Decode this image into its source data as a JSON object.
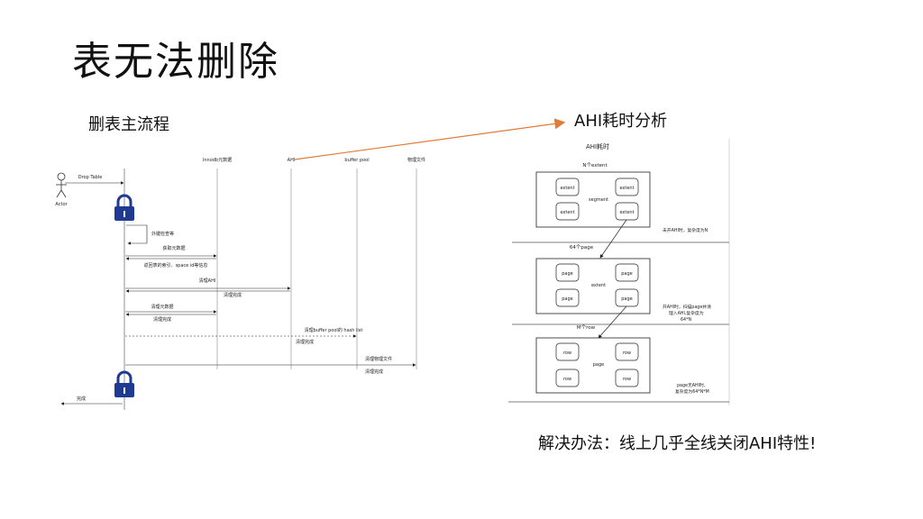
{
  "slide": {
    "title": "表无法删除",
    "left_heading": "删表主流程",
    "right_heading": "AHI耗时分析",
    "solution": "解决办法：线上几乎全线关闭AHI特性!"
  },
  "sequence": {
    "actor": "Actor",
    "participants": [
      "Innodb元数据",
      "AHI",
      "buffer pool",
      "物理文件"
    ],
    "messages": [
      {
        "text": "Drop Table"
      },
      {
        "text": "外键检查等"
      },
      {
        "text": "获取元数据"
      },
      {
        "text": "返回表的索引、space id等信息"
      },
      {
        "text": "清理AHI"
      },
      {
        "text": "清理完成"
      },
      {
        "text": "清理元数据"
      },
      {
        "text": "清理完成"
      },
      {
        "text": "清理buffer pool的 hash list"
      },
      {
        "text": "清理完成"
      },
      {
        "text": "清理物理文件"
      },
      {
        "text": "清理完成"
      },
      {
        "text": "完成"
      }
    ]
  },
  "ahi": {
    "title": "AHI耗时",
    "level1_caption": "N个extent",
    "segment_label": "segment",
    "extent_label": "extent",
    "level2_caption": "64个page",
    "page_label": "page",
    "level3_caption": "M个row",
    "row_label": "row",
    "note1": "未开AHI时，复杂度为N",
    "note2_l1": "开AHI时，扫描page并清",
    "note2_l2": "理入AHI,复杂度为",
    "note2_l3": "64*N",
    "note3_l1": "page无AHI时,",
    "note3_l2": "复杂度为64*N*M"
  },
  "colors": {
    "arrow": "#e07b39",
    "lock": "#1f3a93"
  }
}
